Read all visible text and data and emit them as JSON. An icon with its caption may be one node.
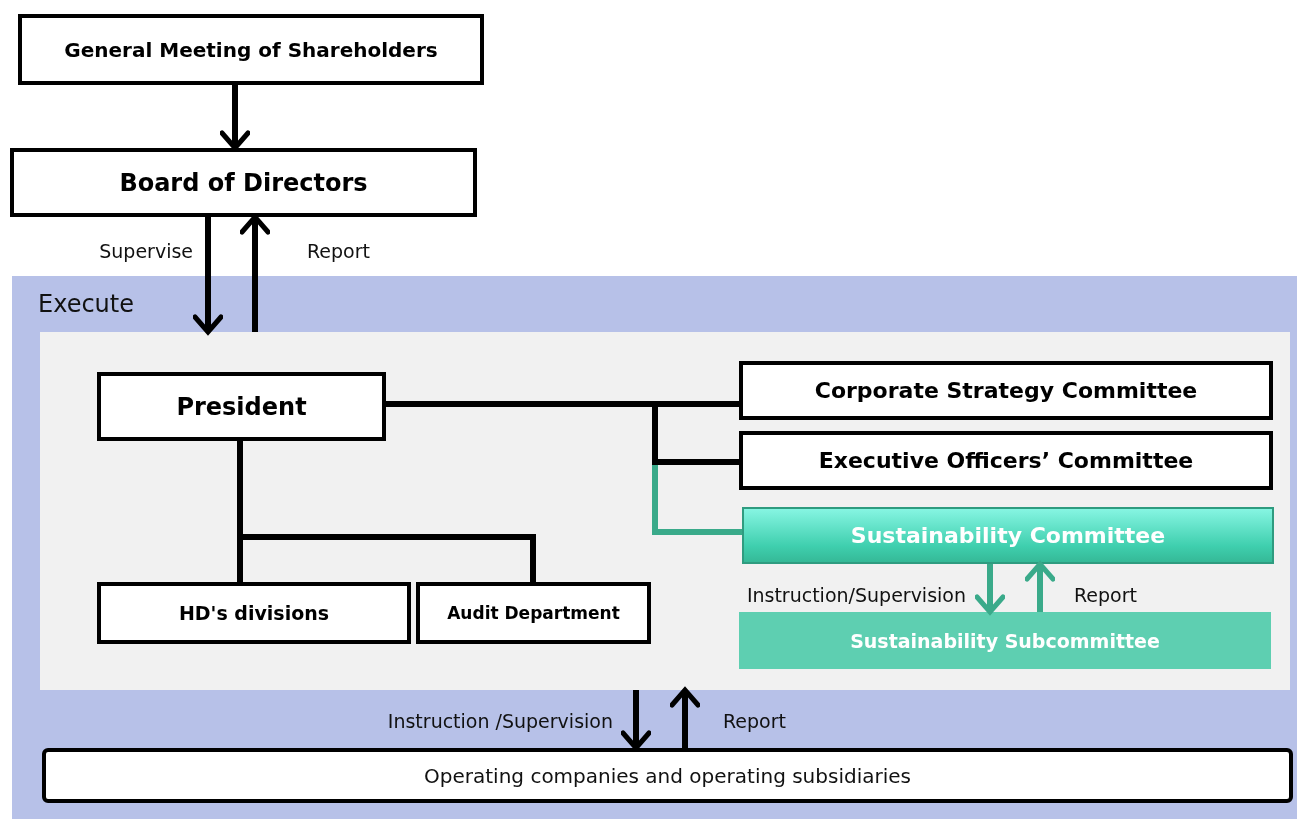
{
  "diagram": {
    "nodes": [
      {
        "text": [
          "General Meeting of Shareholders"
        ]
      },
      {
        "text": [
          "Board of Directors"
        ]
      },
      {
        "text": [
          "Execute"
        ]
      },
      {
        "text": [],
        "shape": "box",
        "in": 2
      },
      {
        "text": [
          "President"
        ],
        "in": 3
      },
      {
        "text": [
          "Corporate Strategy Committee"
        ],
        "in": 3
      },
      {
        "text": [
          "Executive Officers’ Committee"
        ],
        "in": 3
      },
      {
        "text": [
          "Sustainability Committee"
        ],
        "in": 3
      },
      {
        "text": [
          "HD's divisions"
        ],
        "in": 3
      },
      {
        "text": [
          "Audit Department"
        ],
        "in": 3
      },
      {
        "text": [
          "Sustainability Subcommittee"
        ],
        "in": 3
      },
      {
        "text": [
          "Operating companies and operating subsidiaries"
        ],
        "in": 2
      }
    ],
    "edges": [
      {
        "from": 0,
        "to": 1,
        "arrow": "to"
      },
      {
        "from": 1,
        "to": 3,
        "arrow": "to",
        "label": "Supervise"
      },
      {
        "from": 3,
        "to": 1,
        "arrow": "to",
        "label": "Report"
      },
      {
        "from": 4,
        "to": 7,
        "arrow": "none",
        "color": "#3aaa8a"
      },
      {
        "from": 4,
        "to": 5,
        "arrow": "none"
      },
      {
        "from": 4,
        "to": 6,
        "arrow": "none"
      },
      {
        "from": 4,
        "to": 8,
        "arrow": "none"
      },
      {
        "from": 4,
        "to": 9,
        "arrow": "none"
      },
      {
        "from": 7,
        "to": 10,
        "arrow": "to",
        "label": "Instruction/Supervision",
        "color": "#3aaa8a"
      },
      {
        "from": 10,
        "to": 7,
        "arrow": "to",
        "label": "Report",
        "color": "#3aaa8a"
      },
      {
        "from": 3,
        "to": 11,
        "arrow": "to",
        "label": "Instruction /Supervision"
      },
      {
        "from": 11,
        "to": 3,
        "arrow": "to",
        "label": "Report"
      }
    ]
  }
}
